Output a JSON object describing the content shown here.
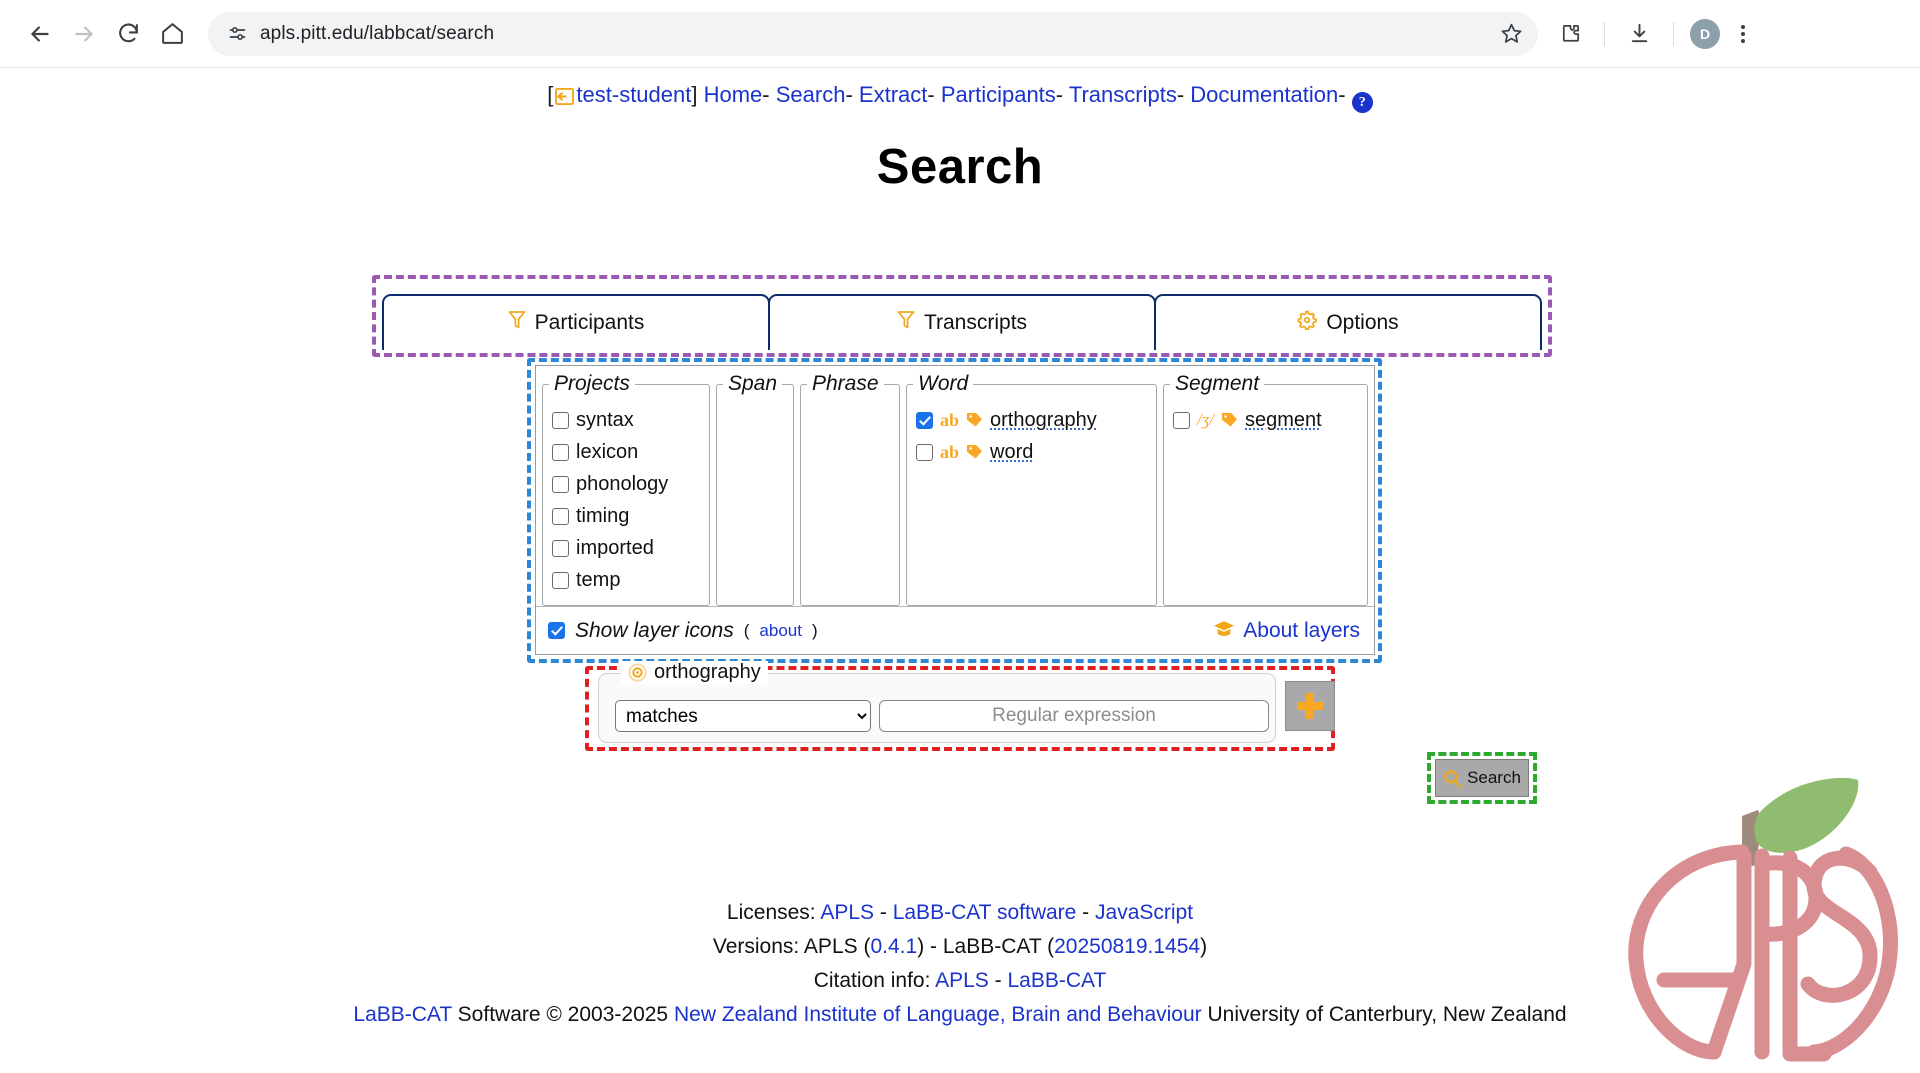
{
  "browser": {
    "back_icon": "back-arrow-icon",
    "forward_icon": "forward-arrow-icon",
    "reload_icon": "reload-icon",
    "home_icon": "home-icon",
    "site_settings_icon": "tune-sliders-icon",
    "url": "apls.pitt.edu/labbcat/search",
    "bookmark_icon": "star-icon",
    "extensions_icon": "puzzle-piece-icon",
    "downloads_icon": "download-icon",
    "profile_initial": "D",
    "menu_icon": "kebab-menu-icon"
  },
  "topnav": {
    "open_bracket": "[",
    "user_icon": "login-box-icon",
    "user": "test-student",
    "close_bracket": "]",
    "sep": "-",
    "links": [
      "Home",
      "Search",
      "Extract",
      "Participants",
      "Transcripts",
      "Documentation"
    ],
    "help_icon": "help-question-icon",
    "help_glyph": "?"
  },
  "page": {
    "title": "Search"
  },
  "tabs": [
    {
      "label": "Participants",
      "icon": "funnel-filter-icon"
    },
    {
      "label": "Transcripts",
      "icon": "funnel-filter-icon"
    },
    {
      "label": "Options",
      "icon": "gear-icon"
    }
  ],
  "layers": {
    "groups": [
      {
        "legend": "Projects",
        "items": [
          {
            "label": "syntax",
            "checked": false,
            "icon": null
          },
          {
            "label": "lexicon",
            "checked": false,
            "icon": null
          },
          {
            "label": "phonology",
            "checked": false,
            "icon": null
          },
          {
            "label": "timing",
            "checked": false,
            "icon": null
          },
          {
            "label": "imported",
            "checked": false,
            "icon": null
          },
          {
            "label": "temp",
            "checked": false,
            "icon": null
          }
        ]
      },
      {
        "legend": "Span",
        "items": []
      },
      {
        "legend": "Phrase",
        "items": []
      },
      {
        "legend": "Word",
        "items": [
          {
            "label": "orthography",
            "checked": true,
            "icon": "ab",
            "tag": true
          },
          {
            "label": "word",
            "checked": false,
            "icon": "ab",
            "tag": true
          }
        ]
      },
      {
        "legend": "Segment",
        "items": [
          {
            "label": "segment",
            "checked": false,
            "icon": "/ʒ/",
            "tag": true
          }
        ]
      }
    ],
    "show_layer_icons": {
      "checked": true,
      "label": "Show layer icons",
      "about_open": "(",
      "about": "about",
      "about_close": ")"
    },
    "about_layers": {
      "icon": "graduation-cap-icon",
      "label": "About layers"
    }
  },
  "matrix": {
    "layer_icon": "target-circle-icon",
    "layer_name": "orthography",
    "operator": "matches",
    "operator_options": [
      "matches"
    ],
    "pattern_value": "",
    "pattern_placeholder": "Regular expression",
    "add_button": "add-column-button",
    "add_glyph": "+"
  },
  "search_button": {
    "icon": "magnifier-icon",
    "label": "Search"
  },
  "annotations": {
    "tabs_outline_color": "#9b59b6",
    "layers_outline_color": "#2e86d6",
    "matrix_outline_color": "#e02020",
    "search_outline_color": "#2fa82f"
  },
  "footer": {
    "line1_prefix": "Licenses:",
    "line1_links": [
      "APLS",
      "LaBB-CAT software",
      "JavaScript"
    ],
    "line2_prefix": "Versions: APLS (",
    "line2_apls_version": "0.4.1",
    "line2_mid": ") - LaBB-CAT (",
    "line2_labbcat_version": "20250819.1454",
    "line2_suffix": ")",
    "line3_prefix": "Citation info:",
    "line3_links": [
      "APLS",
      "LaBB-CAT"
    ],
    "line4_a": "LaBB-CAT",
    "line4_b": "Software © 2003-2025",
    "line4_c": "New Zealand Institute of Language, Brain and Behaviour",
    "line4_d": "University of Canterbury, New Zealand"
  },
  "logo": {
    "name": "apls-apple-logo",
    "text": "APLS",
    "body_color": "#d98f92",
    "leaf_color": "#8fbc6e",
    "stem_color": "#9e8b7e"
  }
}
